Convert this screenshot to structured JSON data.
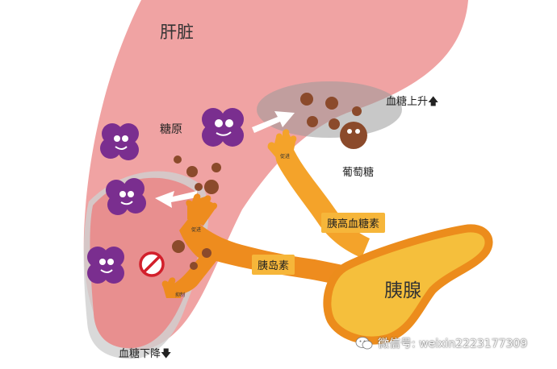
{
  "labels": {
    "liver": "肝脏",
    "glycogen": "糖原",
    "blood_sugar_up": "血糖上升",
    "glucose": "葡萄糖",
    "glucagon": "胰高血糖素",
    "insulin": "胰岛素",
    "pancreas": "胰腺",
    "blood_sugar_down": "血糖下降",
    "promote_1": "促进",
    "promote_2": "促进",
    "inhibit": "抑制"
  },
  "watermark": {
    "icon": "wechat-icon",
    "text": "微信号: weixin2223177309"
  },
  "colors": {
    "liver": "#f0a3a3",
    "liver_lower": "#e88f8f",
    "shadow": "#bfbfbf",
    "glycogen_cluster": "#7a2e8f",
    "glucose": "#8b4a2b",
    "pancreas_fill": "#f5bf3c",
    "pancreas_outline": "#ec8c1c",
    "hormone_path": "#f4a32a",
    "insulin_path": "#ee8c1e"
  }
}
